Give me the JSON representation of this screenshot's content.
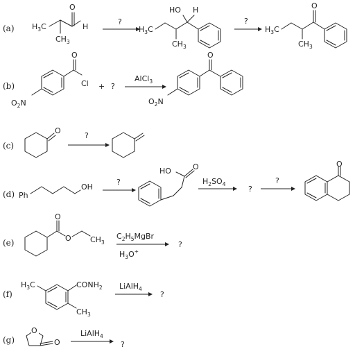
{
  "reactions": [
    {
      "label": "(a)",
      "start": "H3C-CH(CH3)-CHO",
      "arrows": [
        "?",
        "?"
      ]
    },
    {
      "label": "(b)",
      "plus": "+",
      "unknown": "?",
      "reagent": "AlCl3",
      "acid_chloride_label": "Cl",
      "nitro_label": "O2N"
    },
    {
      "label": "(c)",
      "reagent": "?"
    },
    {
      "label": "(d)",
      "ph_label": "Ph",
      "oh_label": "OH",
      "reagent1": "?",
      "reagent2": "H2SO4",
      "intermediate": "?",
      "reagent3": "?",
      "acid_label": "HO"
    },
    {
      "label": "(e)",
      "reagent_top": "C2H5MgBr",
      "reagent_bottom": "H3O+",
      "product": "?"
    },
    {
      "label": "(f)",
      "reagent": "LiAlH4",
      "product": "?",
      "amide_label": "CONH2"
    },
    {
      "label": "(g)",
      "reagent": "LiAlH4",
      "product": "?"
    }
  ],
  "atoms": {
    "O": "O",
    "H": "H",
    "HO": "HO",
    "H3C": "H3C",
    "CH3": "CH3"
  }
}
